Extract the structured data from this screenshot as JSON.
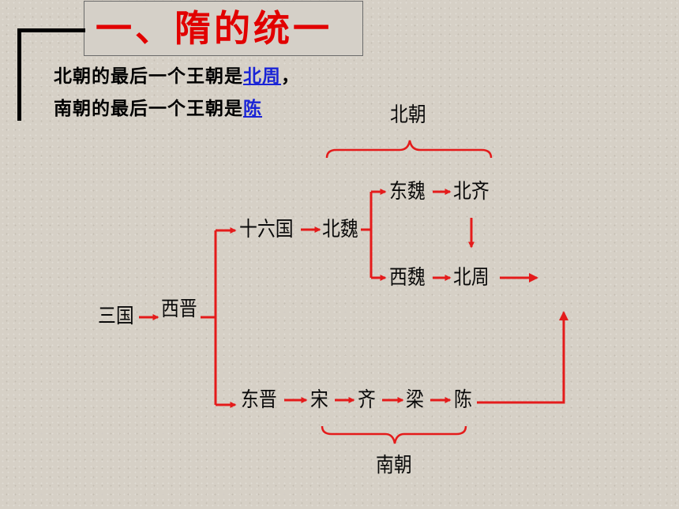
{
  "title": "一、隋的统一",
  "intro": {
    "line1_prefix": "北朝的最后一个王朝是",
    "line1_answer": "北周",
    "line1_suffix": "，",
    "line2_prefix": "南朝的最后一个王朝是",
    "line2_answer": "陈"
  },
  "diagram": {
    "group_north": "北朝",
    "group_south": "南朝",
    "nodes": {
      "sanguo": "三国",
      "xijin": "西晋",
      "shiliuguo": "十六国",
      "beiwei": "北魏",
      "dongwei": "东魏",
      "beiqi": "北齐",
      "xiwei": "西魏",
      "beizhou": "北周",
      "dongjin": "东晋",
      "song": "宋",
      "qi": "齐",
      "liang": "梁",
      "chen": "陈"
    }
  },
  "colors": {
    "title_red": "#e20000",
    "arrow_red": "#e41b1b",
    "link_blue": "#1a24d6"
  }
}
